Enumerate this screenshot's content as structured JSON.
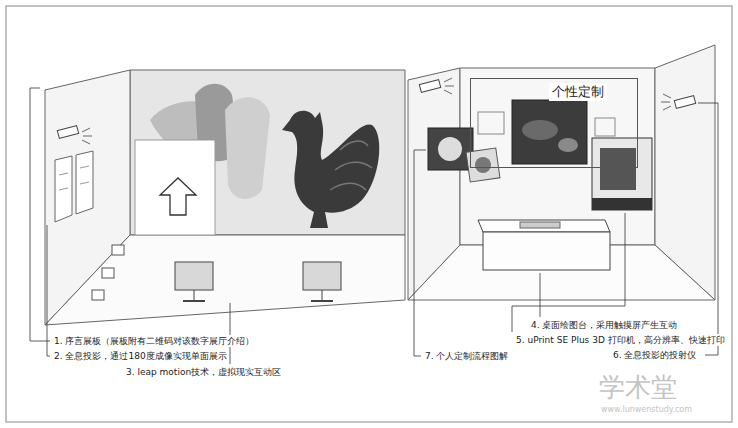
{
  "diagram": {
    "nodes": [
      {
        "text": [
          "个性定制"
        ]
      }
    ],
    "labels": [
      "1. 序言展板（展板附有二维码对该数字展厅介绍）",
      "2. 全息投影，通过180度成像实现单面展示",
      "3. leap motion技术，虚拟现实互动区",
      "4. 桌面绘图台，采用触摸屏产生互动",
      "5. uPrint SE Plus 3D 打印机，高分辨率、快速打印",
      "6. 全息投影的投射仪",
      "7. 个人定制流程图解",
      "学术堂",
      "www.lunwenstudy.com"
    ]
  }
}
